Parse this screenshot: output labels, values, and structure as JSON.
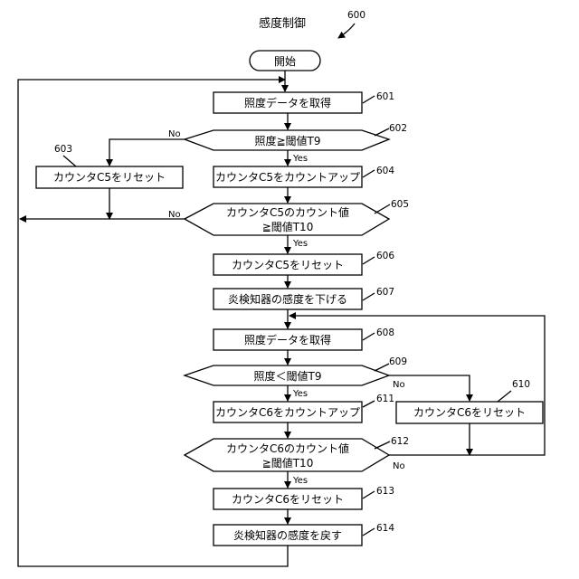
{
  "title": "感度制御",
  "figure_number": "600",
  "start": "開始",
  "yes": "Yes",
  "no": "No",
  "steps": {
    "s601": {
      "ref": "601",
      "text": "照度データを取得"
    },
    "s602": {
      "ref": "602",
      "text": "照度≧閾値T9"
    },
    "s603": {
      "ref": "603",
      "text": "カウンタC5をリセット"
    },
    "s604": {
      "ref": "604",
      "text": "カウンタC5をカウントアップ"
    },
    "s605": {
      "ref": "605",
      "line1": "カウンタC5のカウント値",
      "line2": "≧閾値T10"
    },
    "s606": {
      "ref": "606",
      "text": "カウンタC5をリセット"
    },
    "s607": {
      "ref": "607",
      "text": "炎検知器の感度を下げる"
    },
    "s608": {
      "ref": "608",
      "text": "照度データを取得"
    },
    "s609": {
      "ref": "609",
      "text": "照度＜閾値T9"
    },
    "s610": {
      "ref": "610",
      "text": "カウンタC6をリセット"
    },
    "s611": {
      "ref": "611",
      "text": "カウンタC6をカウントアップ"
    },
    "s612": {
      "ref": "612",
      "line1": "カウンタC6のカウント値",
      "line2": "≧閾値T10"
    },
    "s613": {
      "ref": "613",
      "text": "カウンタC6をリセット"
    },
    "s614": {
      "ref": "614",
      "text": "炎検知器の感度を戻す"
    }
  }
}
